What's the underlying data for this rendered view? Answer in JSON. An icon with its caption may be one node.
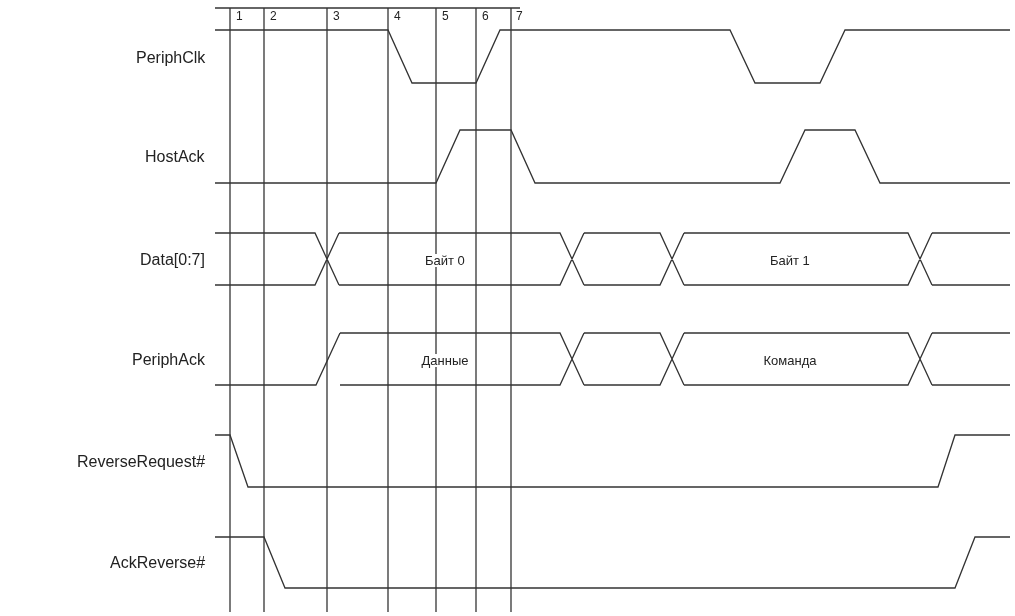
{
  "diagram": {
    "labels": [
      "1",
      "2",
      "3",
      "4",
      "5",
      "6",
      "7",
      "PeriphClk",
      "HostAck",
      "Data[0:7]",
      "Байт 0",
      "Байт 1",
      "PeriphAck",
      "Данные",
      "Команда",
      "ReverseRequest#",
      "AckReverse#"
    ]
  }
}
